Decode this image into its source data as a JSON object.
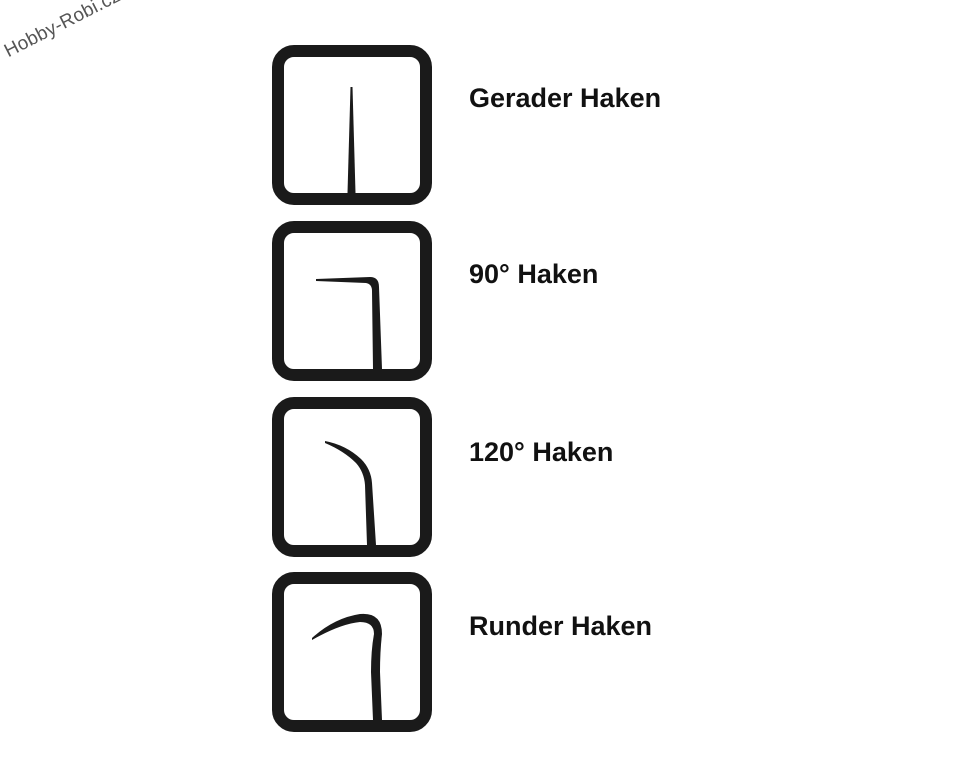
{
  "watermark": "Hobby-Robi.cz",
  "colors": {
    "frame": "#1a1a1a",
    "hook": "#1a1a1a",
    "label": "#111111",
    "watermark": "#555555"
  },
  "hooks": [
    {
      "label": "Gerader Haken",
      "icon": "straight-hook-icon"
    },
    {
      "label": "90° Haken",
      "icon": "hook-90-degree-icon"
    },
    {
      "label": "120° Haken",
      "icon": "hook-120-degree-icon"
    },
    {
      "label": "Runder Haken",
      "icon": "round-hook-icon"
    }
  ]
}
